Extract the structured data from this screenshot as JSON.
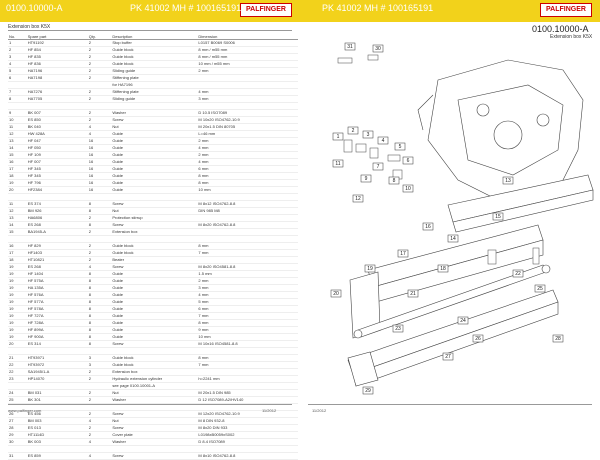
{
  "brand": "PALFINGER",
  "left": {
    "code": "0100.10000-A",
    "title": "PK 41002 MH # 100165191",
    "subtitle": "Extension box K5X",
    "footer_url": "www.palfinger.com",
    "footer_date": "11/2012"
  },
  "right": {
    "code": "0100.10000-A",
    "title": "PK 41002 MH # 100165191",
    "subtitle": "Extension box K5X",
    "footer_date": "11/2012"
  },
  "table": {
    "headers": [
      "No.",
      "Spare part",
      "Qty.",
      "Description",
      "Dimension"
    ],
    "rows": [
      [
        "1",
        "HT91192",
        "2",
        "Stop buffer",
        "L0157 B0069 S0006"
      ],
      [
        "2",
        "HF 854",
        "2",
        "Guide block",
        "8 mm / m55 mm"
      ],
      [
        "3",
        "HF 835",
        "2",
        "Guide block",
        "8 mm / m55 mm"
      ],
      [
        "4",
        "HF 836",
        "2",
        "Guide block",
        "10 mm / m55 mm"
      ],
      [
        "5",
        "HA7196",
        "2",
        "Sliding guide",
        "2 mm"
      ],
      [
        "6",
        "HA7198",
        "2",
        "Stiffening plate",
        ""
      ],
      [
        "",
        "",
        "",
        "for HA7196",
        ""
      ],
      [
        "7",
        "HA7276",
        "2",
        "Stiffening plate",
        "4 mm"
      ],
      [
        "8",
        "HA7705",
        "2",
        "Sliding guide",
        "3 mm"
      ],
      [
        "",
        "",
        "",
        "",
        ""
      ],
      [
        "9",
        "BK 007",
        "2",
        "Washer",
        "D 10.5 ISO7089"
      ],
      [
        "10",
        "ES 850",
        "2",
        "Screw",
        "M 10x20 ISO4762-10.9"
      ],
      [
        "11",
        "BK 040",
        "4",
        "Nut",
        "M 20x1.5 DIN 80705"
      ],
      [
        "12",
        "HW 428A",
        "4",
        "Guide",
        "L=46 mm"
      ],
      [
        "13",
        "HF 047",
        "16",
        "Guide",
        "2 mm"
      ],
      [
        "14",
        "HF 050",
        "16",
        "Guide",
        "4 mm"
      ],
      [
        "15",
        "HF 109",
        "16",
        "Guide",
        "2 mm"
      ],
      [
        "16",
        "HF 007",
        "16",
        "Guide",
        "4 mm"
      ],
      [
        "17",
        "HF 345",
        "16",
        "Guide",
        "6 mm"
      ],
      [
        "18",
        "HF 345",
        "16",
        "Guide",
        "8 mm"
      ],
      [
        "19",
        "HF 796",
        "16",
        "Guide",
        "8 mm"
      ],
      [
        "20",
        "HF2384",
        "16",
        "Guide",
        "10 mm"
      ],
      [
        "",
        "",
        "",
        "",
        ""
      ],
      [
        "11",
        "ES 374",
        "8",
        "Screw",
        "M 8x12 ISO4762-8.8"
      ],
      [
        "12",
        "BM 926",
        "8",
        "Nut",
        "DIN 985 M8"
      ],
      [
        "13",
        "HA6806",
        "2",
        "Protection stirrup",
        ""
      ],
      [
        "14",
        "ES 268",
        "8",
        "Screw",
        "M 8x20 ISO4762-8.8"
      ],
      [
        "15",
        "BA1945-A",
        "2",
        "Extension box",
        ""
      ],
      [
        "",
        "",
        "",
        "",
        ""
      ],
      [
        "16",
        "HF 829",
        "2",
        "Guide block",
        "8 mm"
      ],
      [
        "17",
        "HF1403",
        "2",
        "Guide block",
        "7 mm"
      ],
      [
        "18",
        "HT10821",
        "2",
        "Beater",
        ""
      ],
      [
        "19",
        "ES 268",
        "4",
        "Screw",
        "M 8x20 ISO4581-8.8"
      ],
      [
        "19",
        "HF 1404",
        "8",
        "Guide",
        "1.5 mm"
      ],
      [
        "19",
        "HF 575A",
        "8",
        "Guide",
        "2 mm"
      ],
      [
        "19",
        "HA 135A",
        "8",
        "Guide",
        "3 mm"
      ],
      [
        "19",
        "HF 576A",
        "8",
        "Guide",
        "4 mm"
      ],
      [
        "19",
        "HF 577A",
        "8",
        "Guide",
        "5 mm"
      ],
      [
        "19",
        "HF 578A",
        "8",
        "Guide",
        "6 mm"
      ],
      [
        "19",
        "HF 727A",
        "8",
        "Guide",
        "7 mm"
      ],
      [
        "19",
        "HF 728A",
        "8",
        "Guide",
        "8 mm"
      ],
      [
        "19",
        "HF 899A",
        "8",
        "Guide",
        "9 mm"
      ],
      [
        "19",
        "HF 900A",
        "8",
        "Guide",
        "10 mm"
      ],
      [
        "20",
        "ES 314",
        "8",
        "Screw",
        "M 10x16 ISO4581-8.8"
      ],
      [
        "",
        "",
        "",
        "",
        ""
      ],
      [
        "21",
        "HT93971",
        "3",
        "Guide block",
        "8 mm"
      ],
      [
        "22",
        "HT93972",
        "3",
        "Guide block",
        "7 mm"
      ],
      [
        "22",
        "SA1945/1-A",
        "2",
        "Extension box",
        ""
      ],
      [
        "23",
        "HP14070",
        "2",
        "Hydraulic extension cylinder",
        "h=2241 mm"
      ],
      [
        "",
        "",
        "",
        "see page 0100.10001-A",
        ""
      ],
      [
        "24",
        "BM 031",
        "2",
        "Nut",
        "M 20x1.5   DIN 985"
      ],
      [
        "25",
        "BK 301",
        "2",
        "Washer",
        "D 12 ISO7089-A2/HV140"
      ],
      [
        "",
        "",
        "",
        "",
        ""
      ],
      [
        "26",
        "ES 456",
        "2",
        "Screw",
        "M 12x20 ISO4762-10.9"
      ],
      [
        "27",
        "BM 003",
        "4",
        "Nut",
        "M 8 DIN 932-8"
      ],
      [
        "28",
        "ES 013",
        "2",
        "Screw",
        "M 8x20 DIN 933"
      ],
      [
        "29",
        "HT1114D",
        "2",
        "Cover plate",
        "L0198xB0059xS002"
      ],
      [
        "30",
        "BK 003",
        "4",
        "Washer",
        "D 8.4 ISO7089"
      ],
      [
        "",
        "",
        "",
        "",
        ""
      ],
      [
        "31",
        "ES 859",
        "4",
        "Screw",
        "M 8x10 ISO4762-8.8"
      ]
    ]
  },
  "callouts": [
    "31",
    "30",
    "1",
    "2",
    "3",
    "4",
    "5",
    "6",
    "7",
    "8",
    "9",
    "10",
    "11",
    "12",
    "13",
    "14",
    "15",
    "16",
    "17",
    "18",
    "19",
    "20",
    "21",
    "22",
    "23",
    "24",
    "25",
    "26",
    "27",
    "28",
    "29"
  ]
}
